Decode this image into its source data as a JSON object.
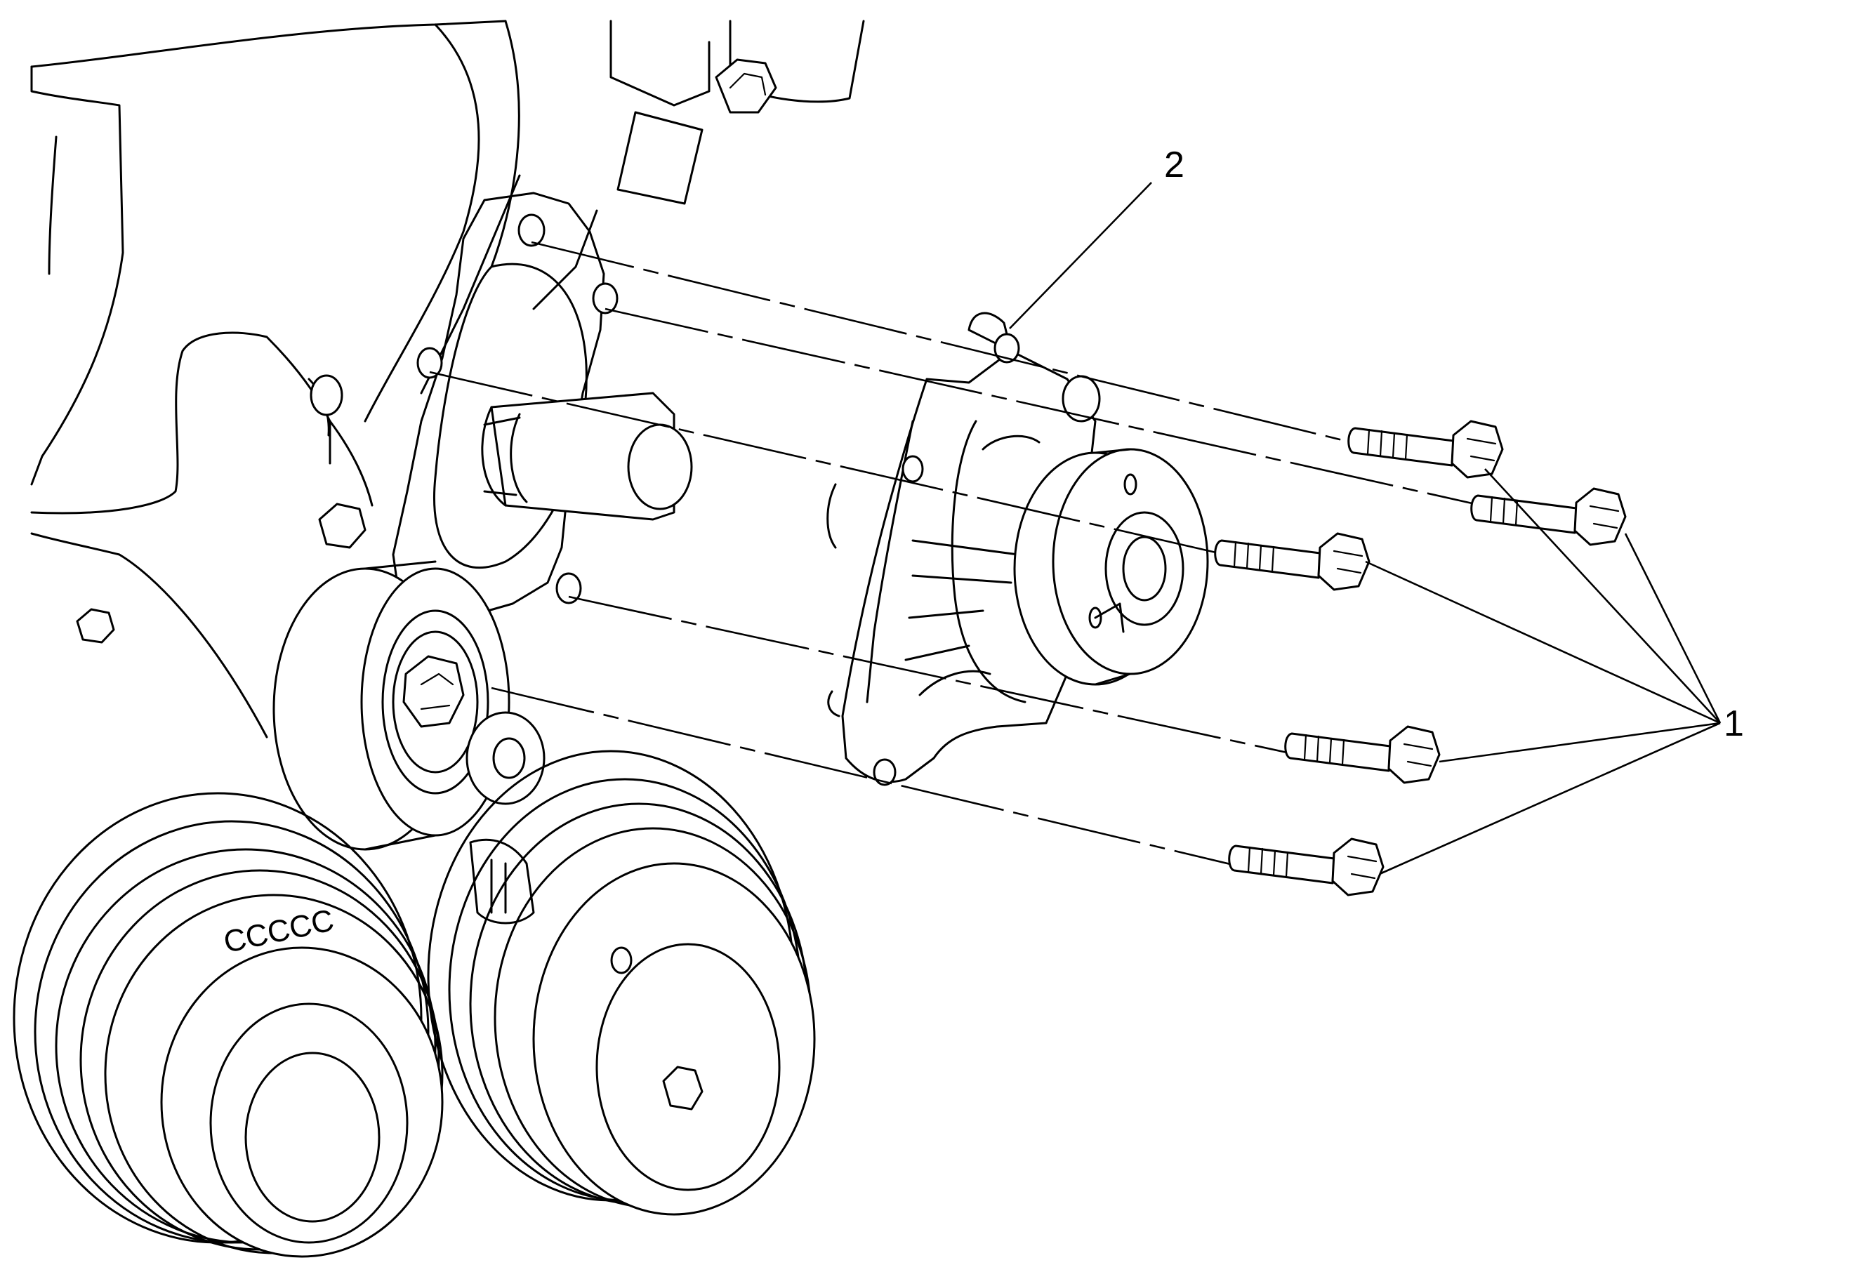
{
  "diagram": {
    "callouts": [
      {
        "label": "1",
        "part": "bolts"
      },
      {
        "label": "2",
        "part": "water-pump"
      }
    ],
    "pulley_marking": "CCCCC"
  }
}
